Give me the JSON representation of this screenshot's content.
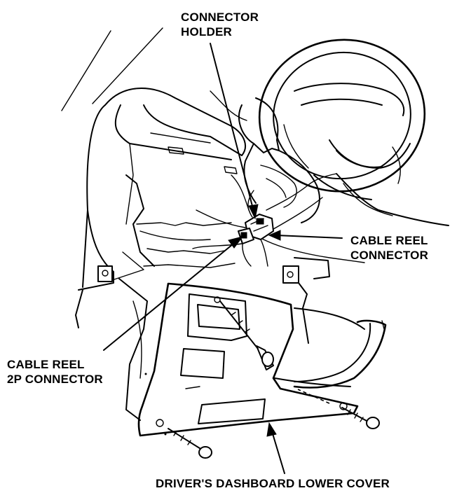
{
  "labels": {
    "connector_holder_line1": "CONNECTOR",
    "connector_holder_line2": "HOLDER",
    "cable_reel_connector_line1": "CABLE REEL",
    "cable_reel_connector_line2": "CONNECTOR",
    "cable_reel_2p_line1": "CABLE REEL",
    "cable_reel_2p_line2": "2P CONNECTOR",
    "lower_cover": "DRIVER'S DASHBOARD LOWER COVER"
  }
}
